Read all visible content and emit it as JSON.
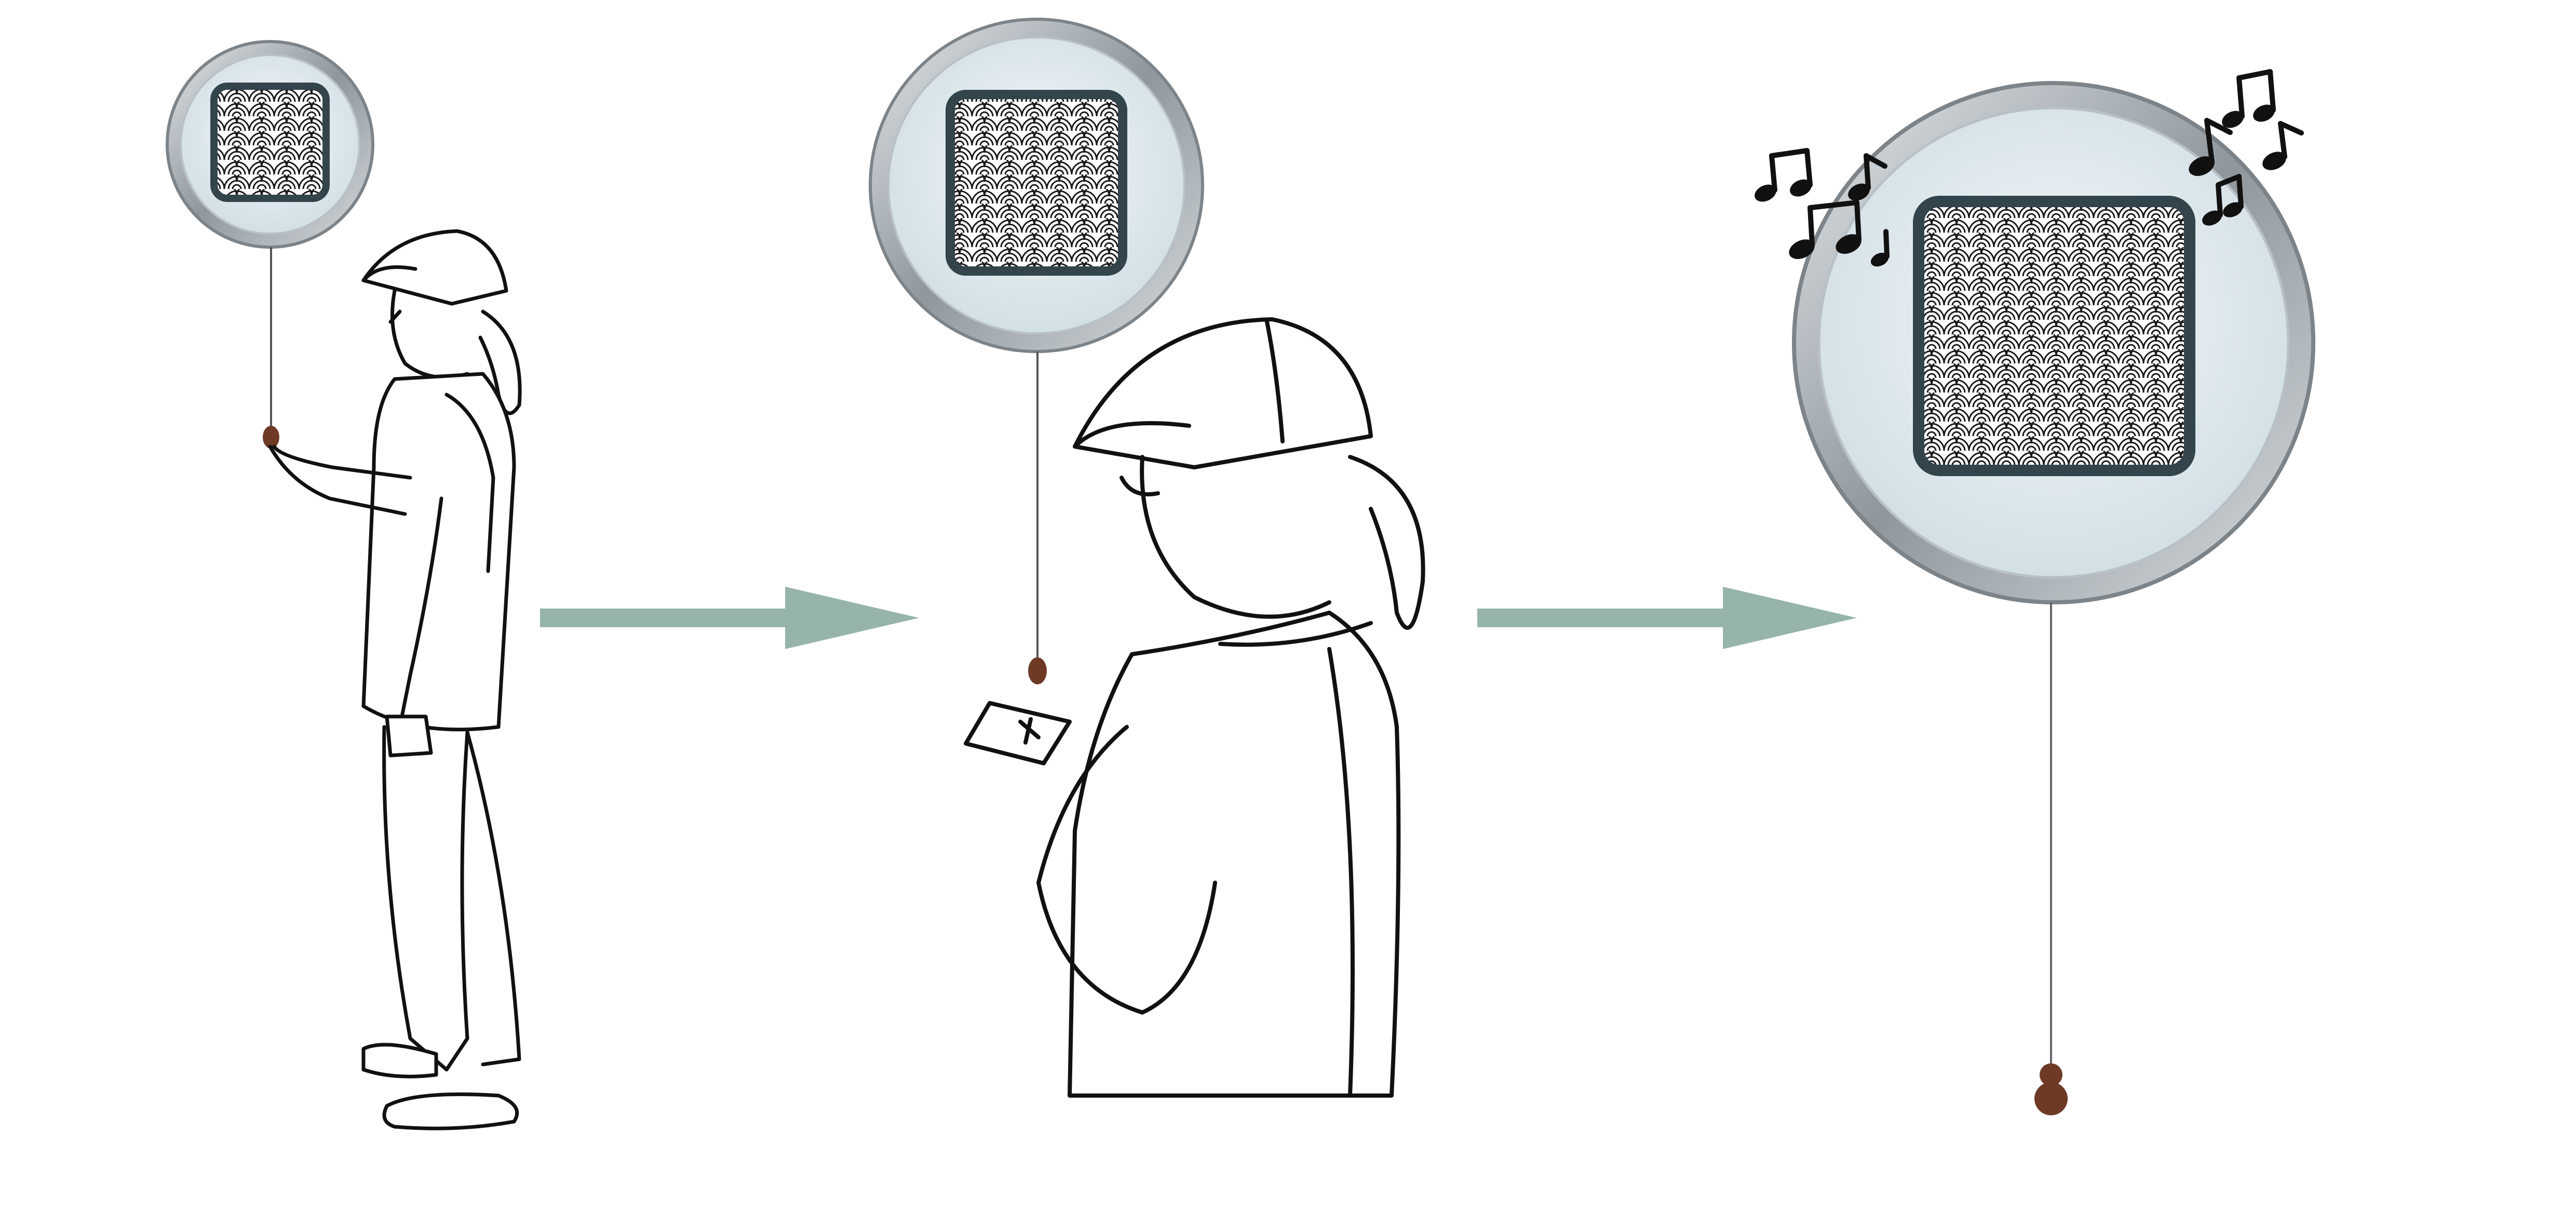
{
  "figure": {
    "steps": [
      {
        "scene": "person-pulling-cord-under-small-speaker"
      },
      {
        "scene": "person-using-phone-under-medium-speaker"
      },
      {
        "scene": "large-speaker-playing-music"
      }
    ],
    "colors": {
      "arrow": "#96b5a8",
      "speaker_ring": "#a9afb4",
      "speaker_face": "#e3eef3",
      "grille_frame": "#34444c",
      "bead": "#6e3a26",
      "ink": "#111111"
    },
    "icons": [
      "speaker-icon",
      "music-notes-icon",
      "phone-icon",
      "pull-cord-icon",
      "arrow-right-icon"
    ]
  }
}
